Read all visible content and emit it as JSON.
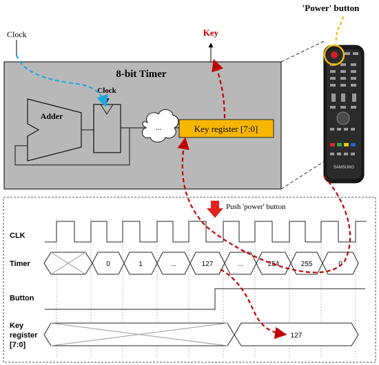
{
  "top": {
    "clock_in_label": "Clock",
    "key_label": "Key",
    "timer_title": "8-bit Timer",
    "adder_label": "Adder",
    "ff_clock_label": "Clock",
    "cloud_label": "...",
    "key_register_label": "Key register [7:0]",
    "power_button_label": "'Power' button",
    "remote_brand": "SAMSUNG"
  },
  "timing": {
    "push_label": "Push 'power' button",
    "rows": {
      "clk": "CLK",
      "timer": "Timer",
      "button": "Button",
      "keyreg_line1": "Key",
      "keyreg_line2": "register",
      "keyreg_line3": "[7:0]"
    },
    "timer_values": [
      "0",
      "1",
      "...",
      "127",
      "...",
      "254",
      "255",
      "0"
    ],
    "key_register_value": "127"
  },
  "colors": {
    "timer_box_fill": "#b8b8b8",
    "key_register_fill": "#f7b600",
    "red_arrow": "#c00000",
    "blue_arrow": "#1ea7e1",
    "gold_highlight": "#f2b705"
  }
}
